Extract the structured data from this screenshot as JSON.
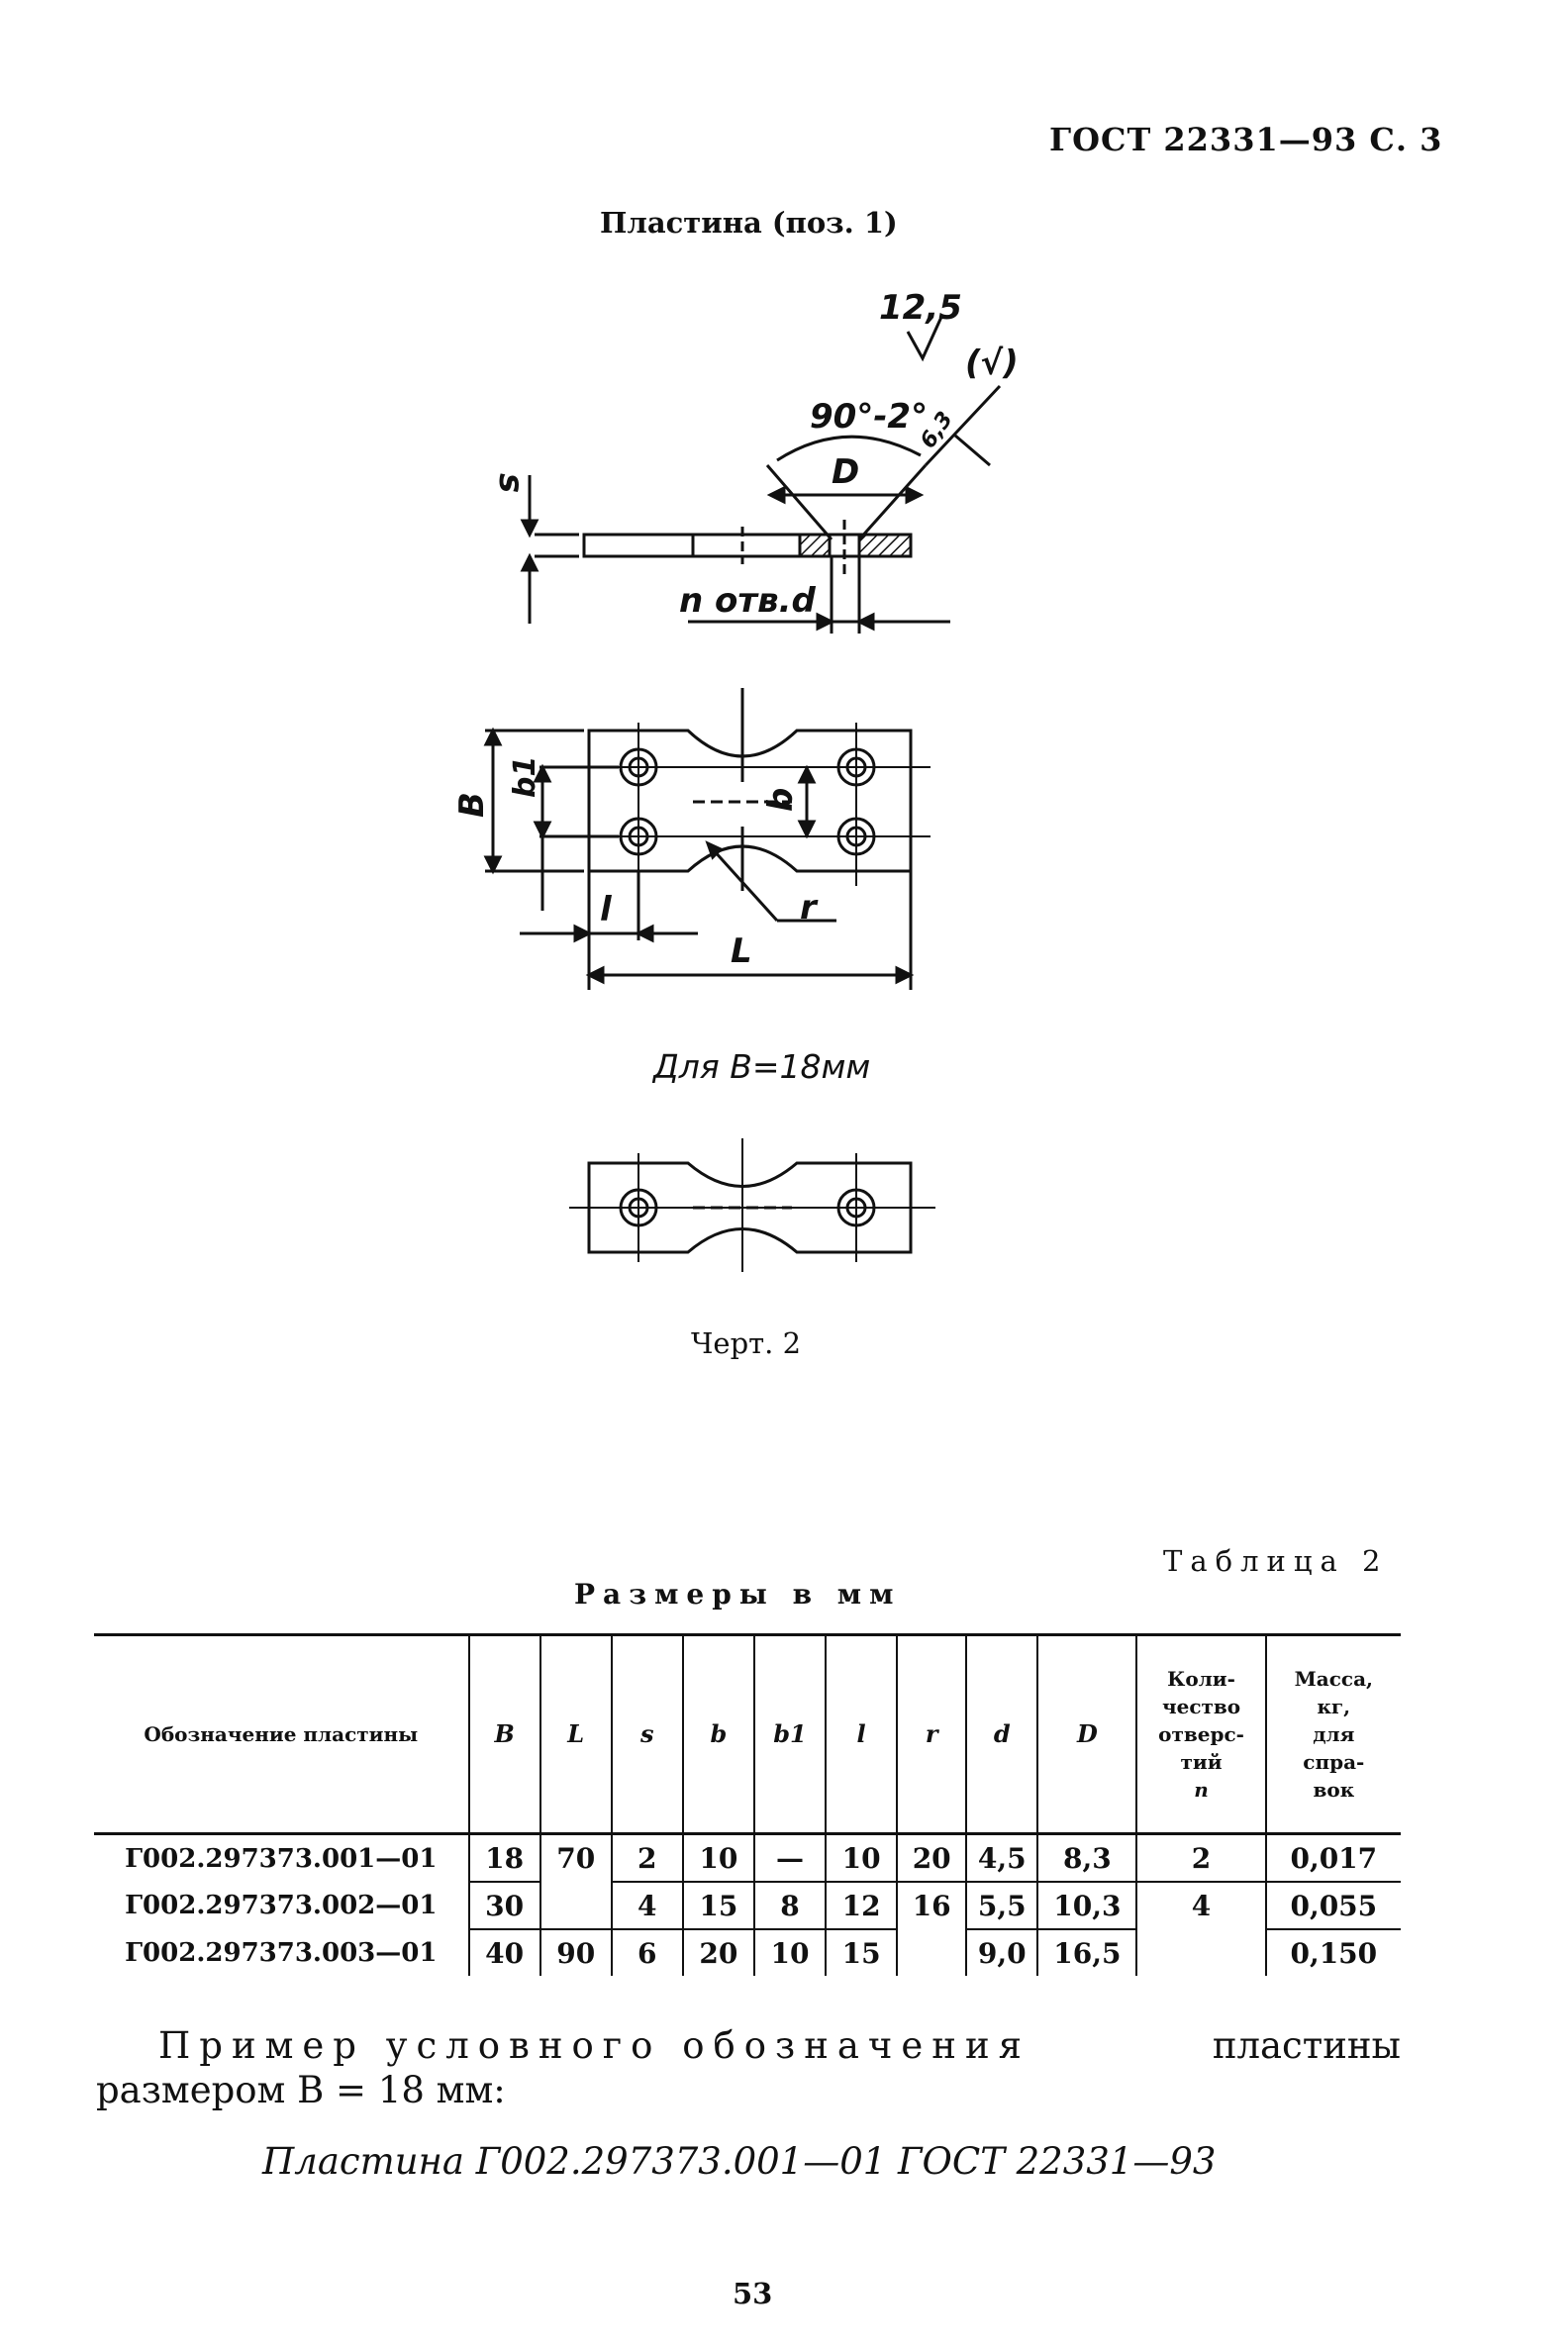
{
  "header": {
    "text": "ГОСТ 22331—93 С. 3"
  },
  "figure": {
    "title": "Пластина (поз. 1)",
    "roughness_value": "12,5",
    "roughness_general": "(√)",
    "angle_label": "90°-2°",
    "chamfer_label": "6,3",
    "label_D": "D",
    "label_s": "s",
    "holes_label": "n отв.d",
    "label_B": "B",
    "label_b1": "b1",
    "label_b": "b",
    "label_l": "l",
    "label_r": "r",
    "label_L": "L",
    "variant_caption": "Для B=18мм",
    "caption": "Черт. 2"
  },
  "table": {
    "label": "Таблица 2",
    "units": "Размеры в мм",
    "headers": {
      "designation": "Обозначение пластины",
      "B": "B",
      "L": "L",
      "s": "s",
      "b": "b",
      "b1": "b1",
      "l": "l",
      "r": "r",
      "d": "d",
      "D": "D",
      "n_line1": "Коли-",
      "n_line2": "чество",
      "n_line3": "отверс-",
      "n_line4": "тий",
      "n_line5": "n",
      "mass_line1": "Масса,",
      "mass_line2": "кг,",
      "mass_line3": "для",
      "mass_line4": "спра-",
      "mass_line5": "вок"
    },
    "rows": [
      {
        "designation": "Г002.297373.001—01",
        "B": "18",
        "L": "70",
        "s": "2",
        "b": "10",
        "b1": "—",
        "l": "10",
        "r": "20",
        "d": "4,5",
        "D": "8,3",
        "n": "2",
        "mass": "0,017"
      },
      {
        "designation": "Г002.297373.002—01",
        "B": "30",
        "L": "",
        "s": "4",
        "b": "15",
        "b1": "8",
        "l": "12",
        "r": "16",
        "d": "5,5",
        "D": "10,3",
        "n": "4",
        "mass": "0,055"
      },
      {
        "designation": "Г002.297373.003—01",
        "B": "40",
        "L": "90",
        "s": "6",
        "b": "20",
        "b1": "10",
        "l": "15",
        "r": "",
        "d": "9,0",
        "D": "16,5",
        "n": "",
        "mass": "0,150"
      }
    ]
  },
  "example": {
    "part1": "Пример условного обозначения",
    "part2": "пластины",
    "line2": "размером B = 18 мм:",
    "designation": "Пластина Г002.297373.001—01 ГОСТ 22331—93"
  },
  "page_number": "53"
}
